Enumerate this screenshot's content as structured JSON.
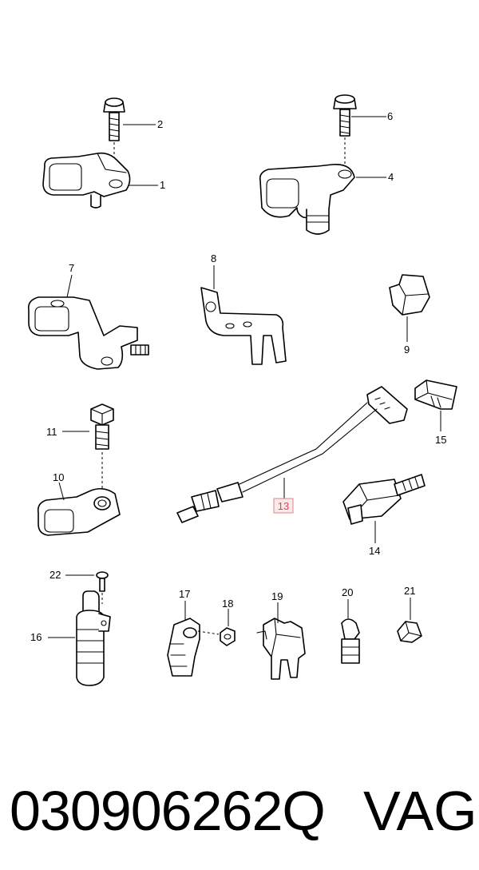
{
  "callouts": {
    "c1": "1",
    "c2": "2",
    "c4": "4",
    "c6": "6",
    "c7": "7",
    "c8": "8",
    "c9": "9",
    "c10": "10",
    "c11": "11",
    "c13": "13",
    "c14": "14",
    "c15": "15",
    "c16": "16",
    "c17": "17",
    "c18": "18",
    "c19": "19",
    "c20": "20",
    "c21": "21",
    "c22": "22"
  },
  "highlighted_callout": "13",
  "colors": {
    "highlight_fill": "#fbe9ea",
    "highlight_stroke": "#d9888e",
    "highlight_text": "#d04a55"
  },
  "footer": {
    "part_number": "030906262Q",
    "brand": "VAG"
  }
}
